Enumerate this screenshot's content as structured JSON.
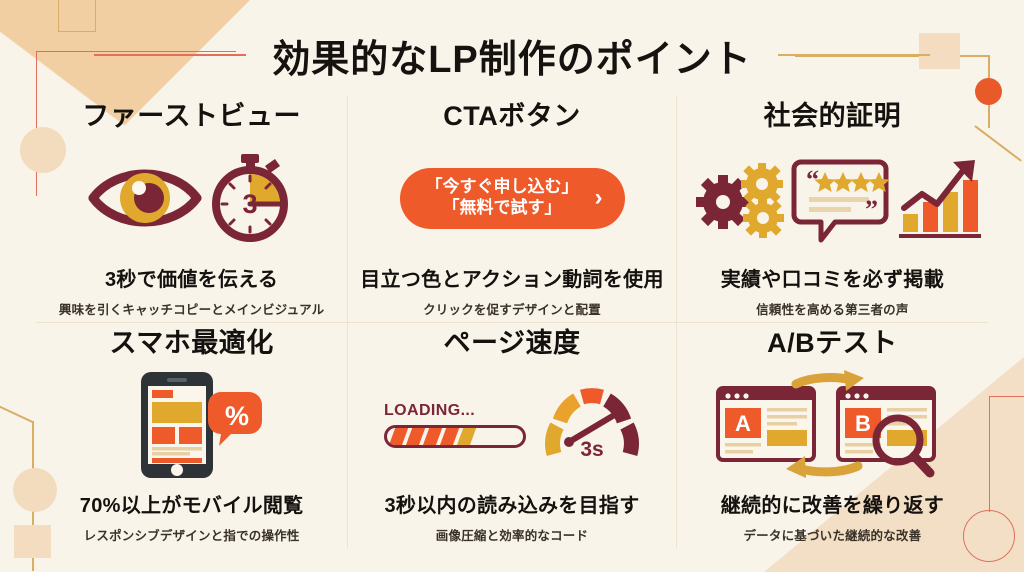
{
  "page": {
    "title": "効果的なLP制作のポイント",
    "background_color": "#f8f4ea",
    "accent_orange": "#ef5a2a",
    "accent_gold": "#e0a92e",
    "accent_maroon": "#7b2636",
    "divider_color": "#ece2cd"
  },
  "cards": [
    {
      "id": "first-view",
      "title": "ファーストビュー",
      "headline": "3秒で価値を伝える",
      "subtext": "興味を引くキャッチコピーとメインビジュアル",
      "icons": [
        "eye-icon",
        "stopwatch-icon"
      ],
      "stopwatch_value": "3"
    },
    {
      "id": "cta-button",
      "title": "CTAボタン",
      "headline": "目立つ色とアクション動詞を使用",
      "subtext": "クリックを促すデザインと配置",
      "button": {
        "line1": "「今すぐ申し込む」",
        "line2": "「無料で試す」",
        "chevron": "›",
        "color": "#ef5a2a",
        "text_color": "#ffffff"
      }
    },
    {
      "id": "social-proof",
      "title": "社会的証明",
      "headline": "実績や口コミを必ず掲載",
      "subtext": "信頼性を高める第三者の声",
      "icons": [
        "gears-icon",
        "testimonial-bubble-icon",
        "growth-chart-icon"
      ],
      "star_count": 4
    },
    {
      "id": "mobile-optimization",
      "title": "スマホ最適化",
      "headline": "70%以上がモバイル閲覧",
      "subtext": "レスポンシブデザインと指での操作性",
      "icons": [
        "smartphone-icon",
        "percent-bubble-icon"
      ],
      "badge": "%"
    },
    {
      "id": "page-speed",
      "title": "ページ速度",
      "headline": "3秒以内の読み込みを目指す",
      "subtext": "画像圧縮と効率的なコード",
      "loading_label": "LOADING...",
      "gauge_value": "3s",
      "icons": [
        "loading-bar-icon",
        "speedometer-icon"
      ]
    },
    {
      "id": "ab-test",
      "title": "A/Bテスト",
      "headline": "継続的に改善を繰り返す",
      "subtext": "データに基づいた継続的な改善",
      "icons": [
        "browser-a-icon",
        "browser-b-icon",
        "cycle-arrows-icon",
        "magnifier-icon"
      ],
      "variant_a": "A",
      "variant_b": "B"
    }
  ]
}
